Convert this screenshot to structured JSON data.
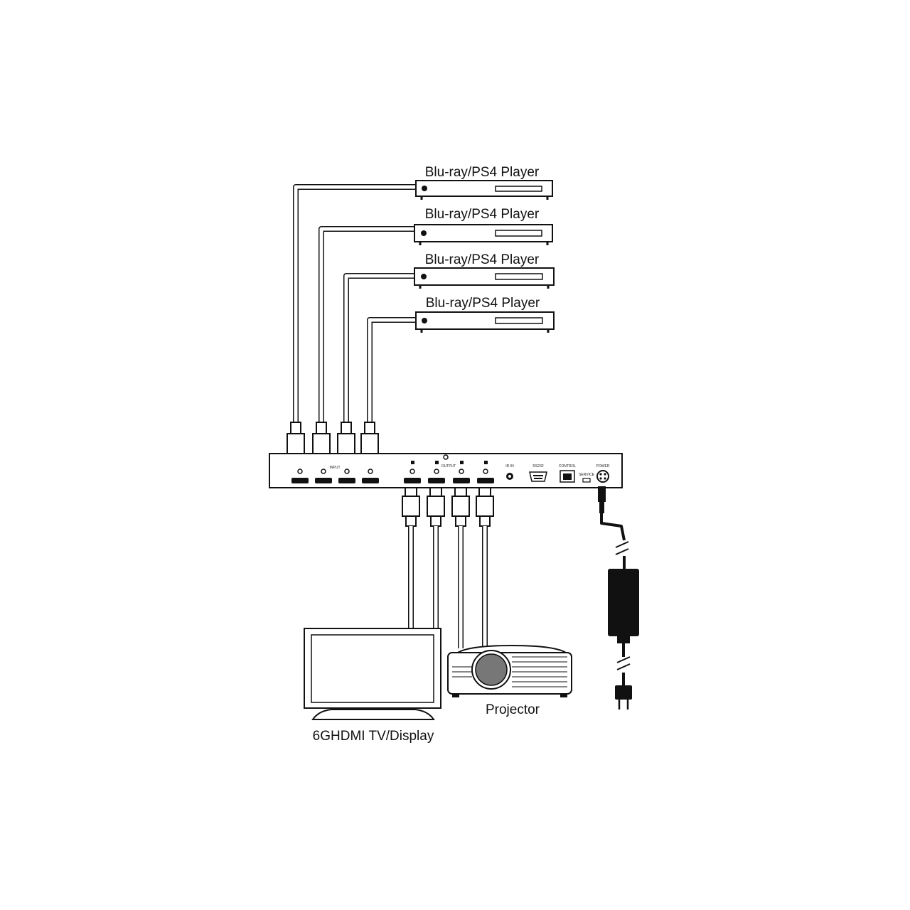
{
  "players": [
    {
      "label": "Blu-ray/PS4 Player"
    },
    {
      "label": "Blu-ray/PS4 Player"
    },
    {
      "label": "Blu-ray/PS4 Player"
    },
    {
      "label": "Blu-ray/PS4 Player"
    }
  ],
  "matrix": {
    "input_label": "INPUT",
    "output_label": "OUTPUT",
    "ir_label": "IR IN",
    "rs232_label": "RS232",
    "control_label": "CONTROL",
    "service_label": "SERVICE",
    "power_label": "POWER"
  },
  "displays": {
    "tv_label": "6GHDMI TV/Display",
    "projector_label": "Projector"
  }
}
